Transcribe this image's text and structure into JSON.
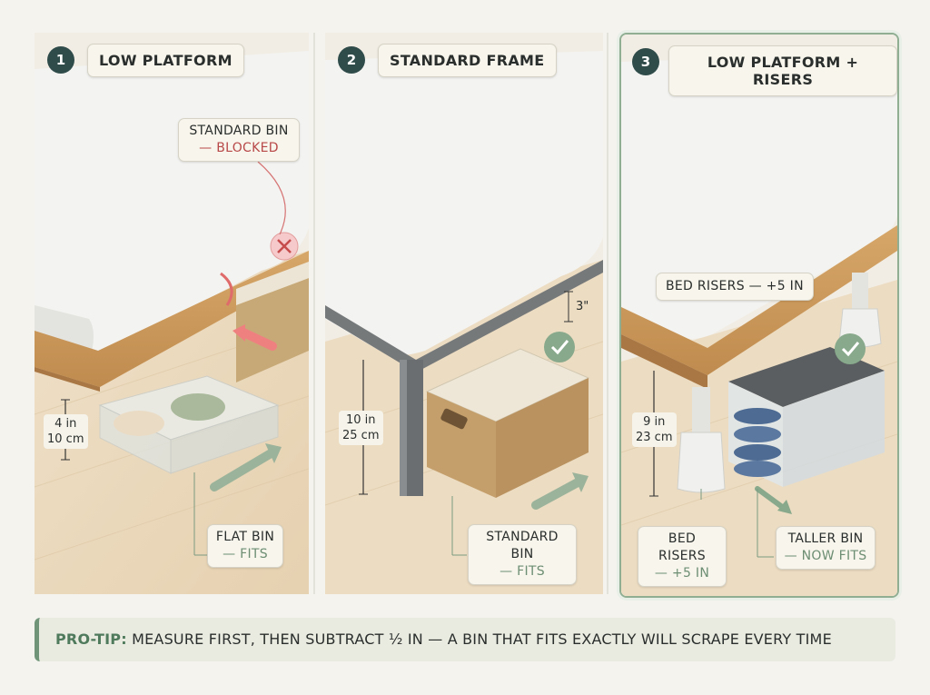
{
  "panels": [
    {
      "number": "1",
      "title": "LOW PLATFORM",
      "callout_top_line1": "STANDARD BIN",
      "callout_top_line2": "— BLOCKED",
      "dimension_line1": "4 in",
      "dimension_line2": "10 cm",
      "callout_bottom_line1": "FLAT BIN",
      "callout_bottom_line2": "— FITS"
    },
    {
      "number": "2",
      "title": "STANDARD FRAME",
      "gap_label": "3\"",
      "dimension_line1": "10 in",
      "dimension_line2": "25 cm",
      "callout_bottom_line1": "STANDARD BIN",
      "callout_bottom_line2": "— FITS"
    },
    {
      "number": "3",
      "title": "LOW PLATFORM + RISERS",
      "callout_top": "BED RISERS — +5 IN",
      "dimension_line1": "9 in",
      "dimension_line2": "23 cm",
      "callout_left_line1": "BED RISERS",
      "callout_left_line2": "— +5 IN",
      "callout_right_line1": "TALLER BIN",
      "callout_right_line2": "— NOW FITS"
    }
  ],
  "tip": {
    "label": "PRO-TIP:",
    "text": " MEASURE FIRST, THEN SUBTRACT ½ IN — A BIN THAT FITS EXACTLY WILL SCRAPE EVERY TIME"
  },
  "colors": {
    "accent_green": "#6d8e73",
    "alert_red": "#b84848",
    "badge": "#2f4b4a"
  },
  "icons": [
    "x-mark-icon",
    "check-mark-icon",
    "arrow-icon"
  ]
}
